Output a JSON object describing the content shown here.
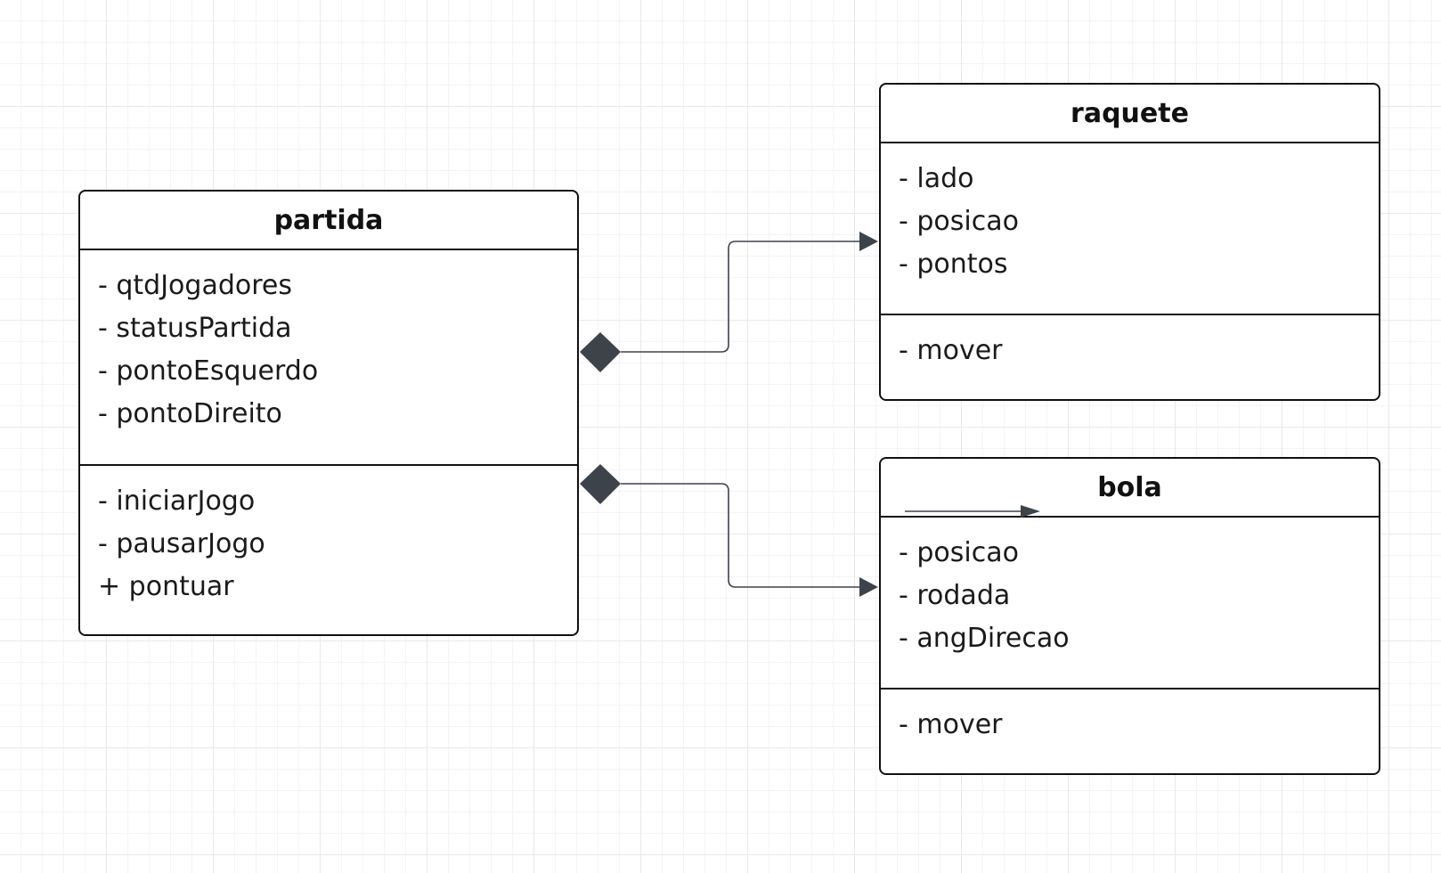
{
  "diagram": {
    "classes": {
      "partida": {
        "name": "partida",
        "attributes": [
          "- qtdJogadores",
          "- statusPartida",
          "- pontoEsquerdo",
          "- pontoDireito"
        ],
        "methods": [
          "- iniciarJogo",
          "- pausarJogo",
          "+ pontuar"
        ]
      },
      "raquete": {
        "name": "raquete",
        "attributes": [
          "- lado",
          "- posicao",
          "- pontos"
        ],
        "methods": [
          "- mover"
        ]
      },
      "bola": {
        "name": "bola",
        "attributes": [
          "- posicao",
          "- rodada",
          "- angDirecao"
        ],
        "methods": [
          "- mover"
        ]
      }
    },
    "relationships": [
      {
        "type": "composition",
        "from": "partida",
        "to": "raquete"
      },
      {
        "type": "composition",
        "from": "partida",
        "to": "bola"
      }
    ],
    "colors": {
      "connector": "#3d434b",
      "border": "#111111",
      "grid": "#e9e9e9"
    }
  }
}
